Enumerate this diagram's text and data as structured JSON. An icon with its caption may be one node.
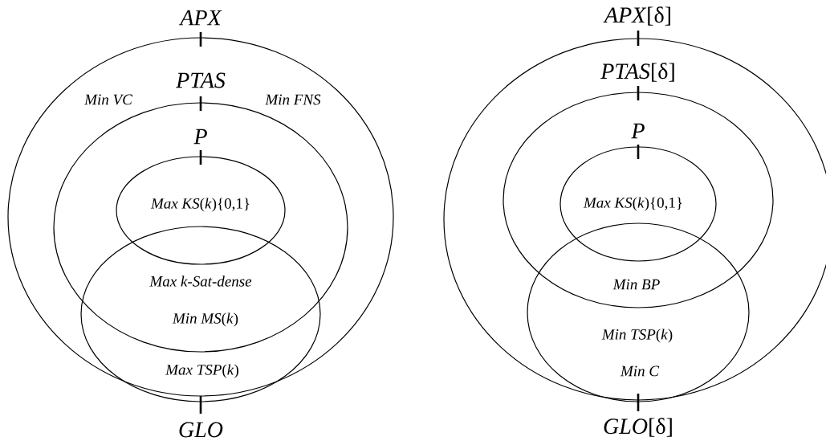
{
  "diagram": {
    "nodes": [
      {
        "text": [
          "APX"
        ]
      },
      {
        "text": [
          "PTAS"
        ],
        "in": 0
      },
      {
        "text": [
          "P"
        ],
        "in": 1
      },
      {
        "text": [
          "GLO"
        ],
        "in": 0
      },
      {
        "text": [
          "*APX*[δ]"
        ]
      },
      {
        "text": [
          "*PTAS*[δ]"
        ],
        "in": 4
      },
      {
        "text": [
          "P"
        ],
        "in": 5
      },
      {
        "text": [
          "*GLO*[δ]"
        ],
        "in": 4
      }
    ],
    "labels": [
      "Min VC",
      "Min FNS",
      "*Max KS*(*k*){0,1}",
      "Max k-Sat-dense",
      "*Min MS*(*k*)",
      "*Max TSP*(*k*)",
      "*Max KS*(*k*){0,1}",
      "Min BP",
      "*Min TSP*(*k*)",
      "Min C"
    ]
  }
}
